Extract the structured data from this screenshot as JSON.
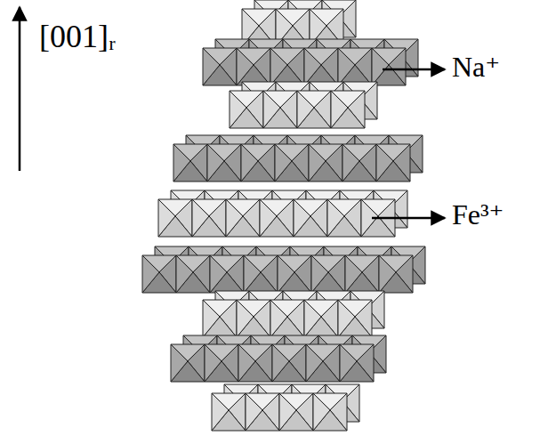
{
  "diagram": {
    "labels": [
      "[001]ᵣ",
      "Na⁺",
      "Fe³⁺"
    ]
  }
}
